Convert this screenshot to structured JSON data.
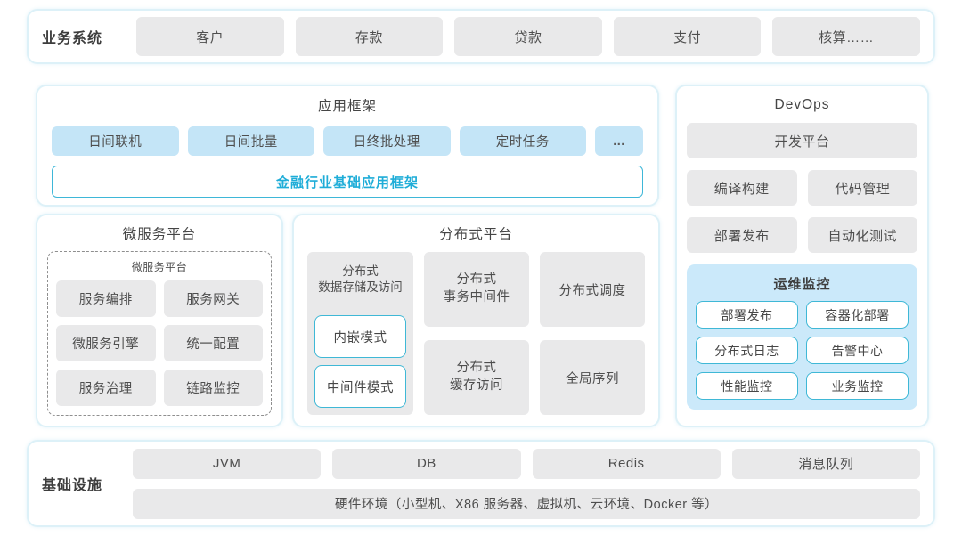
{
  "business": {
    "label": "业务系统",
    "items": [
      "客户",
      "存款",
      "贷款",
      "支付",
      "核算……"
    ]
  },
  "app_framework": {
    "title": "应用框架",
    "items": [
      "日间联机",
      "日间批量",
      "日终批处理",
      "定时任务",
      "..."
    ],
    "base": "金融行业基础应用框架"
  },
  "devops": {
    "title": "DevOps",
    "platform": "开发平台",
    "items": [
      "编译构建",
      "代码管理",
      "部署发布",
      "自动化测试"
    ],
    "monitoring": {
      "title": "运维监控",
      "items": [
        "部署发布",
        "容器化部署",
        "分布式日志",
        "告警中心",
        "性能监控",
        "业务监控"
      ]
    }
  },
  "microservices": {
    "title": "微服务平台",
    "inner_title": "微服务平台",
    "items": [
      "服务编排",
      "服务网关",
      "微服务引擎",
      "统一配置",
      "服务治理",
      "链路监控"
    ]
  },
  "distributed": {
    "title": "分布式平台",
    "storage": {
      "label": "分布式\n数据存储及访问",
      "modes": [
        "内嵌模式",
        "中间件模式"
      ]
    },
    "middle": [
      "分布式\n事务中间件",
      "分布式\n缓存访问"
    ],
    "right": [
      "分布式调度",
      "全局序列"
    ]
  },
  "infrastructure": {
    "label": "基础设施",
    "items": [
      "JVM",
      "DB",
      "Redis",
      "消息队列"
    ],
    "hardware": "硬件环境（小型机、X86 服务器、虚拟机、云环境、Docker 等）"
  },
  "colors": {
    "panel_border": "#ddf1f8",
    "gray_fill": "#e9e9ea",
    "blue_fill": "#c4e5f7",
    "monitor_fill": "#cbe9fa",
    "teal_border": "#3fb8d6",
    "teal_text": "#1fadd8",
    "text": "#4a4a4a"
  }
}
